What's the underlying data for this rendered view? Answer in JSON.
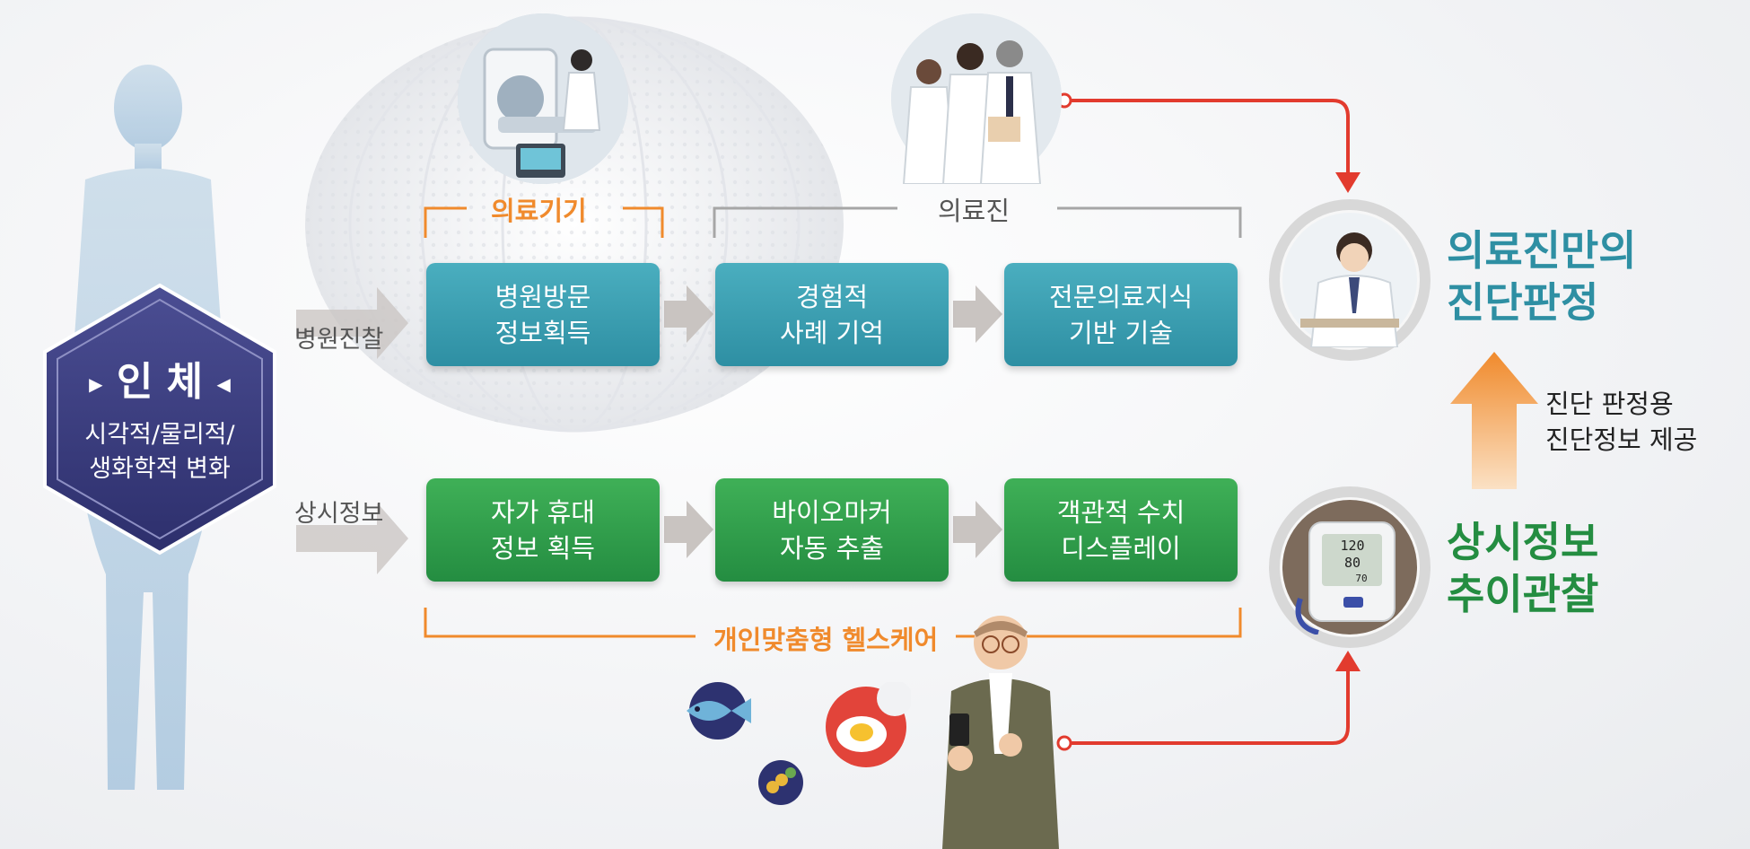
{
  "human": {
    "title": "인 체",
    "subtitle_lines": [
      "시각적/물리적/",
      "생화학적 변화"
    ]
  },
  "rows": {
    "hospital_label": "병원진찰",
    "constant_label": "상시정보"
  },
  "brackets": {
    "device": "의료기기",
    "staff": "의료진",
    "personal": "개인맞춤형 헬스케어"
  },
  "boxes": {
    "hospital": [
      "병원방문\n정보획득",
      "경험적\n사례 기억",
      "전문의료지식\n기반 기술"
    ],
    "constant": [
      "자가 휴대\n정보 획득",
      "바이오마커\n자동 추출",
      "객관적 수치\n디스플레이"
    ]
  },
  "outcomes": {
    "diagnosis": "의료진만의\n진단판정",
    "monitoring": "상시정보\n추이관찰",
    "provide_note": "진단 판정용\n진단정보 제공"
  },
  "monitor_display": [
    "120",
    "80",
    "70"
  ],
  "colors": {
    "teal": "#2e8fa3",
    "green": "#248d41",
    "orange": "#f08a2c",
    "red": "#e23b2e",
    "navy": "#3d3f80"
  }
}
